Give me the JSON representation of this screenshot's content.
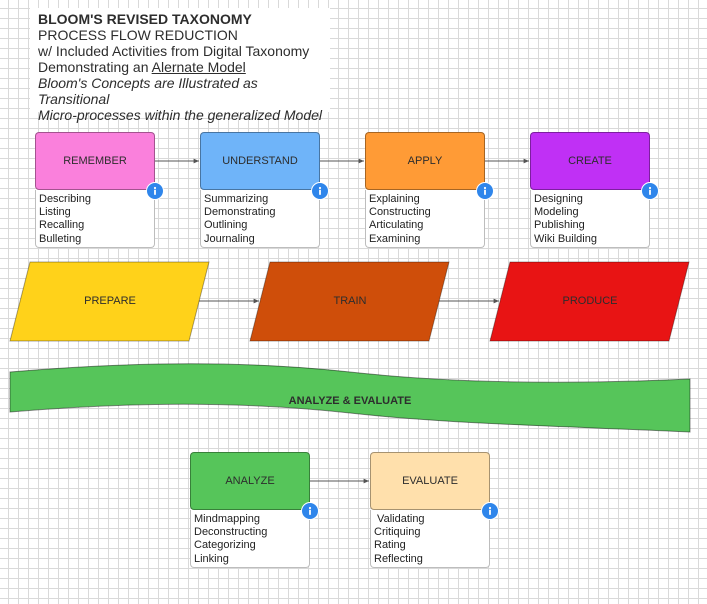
{
  "title": {
    "line1": "BLOOM'S REVISED TAXONOMY",
    "line2": "PROCESS FLOW REDUCTION",
    "line3": "w/ Included Activities from Digital Taxonomy",
    "line4_prefix": "Demonstrating an ",
    "line4_link": "Alernate Model",
    "line5": "Bloom's Concepts are Illustrated as Transitional",
    "line6": "Micro-processes within the generalized Model"
  },
  "stages": {
    "remember": {
      "label": "REMEMBER",
      "color": "#fa80dc",
      "items": [
        "Describing",
        "Listing",
        "Recalling",
        "Bulleting"
      ]
    },
    "understand": {
      "label": "UNDERSTAND",
      "color": "#6fb4f9",
      "items": [
        "Summarizing",
        "Demonstrating",
        "Outlining",
        "Journaling"
      ]
    },
    "apply": {
      "label": "APPLY",
      "color": "#ff9b36",
      "items": [
        "Explaining",
        "Constructing",
        "Articulating",
        "Examining"
      ]
    },
    "create": {
      "label": "CREATE",
      "color": "#c030f5",
      "items": [
        "Designing",
        "Modeling",
        "Publishing",
        "Wiki Building"
      ]
    },
    "analyze": {
      "label": "ANALYZE",
      "color": "#56c55a",
      "items": [
        "Mindmapping",
        "Deconstructing",
        "Categorizing",
        "Linking"
      ]
    },
    "evaluate": {
      "label": "EVALUATE",
      "color": "#ffe0ac",
      "items": [
        " Validating",
        "Critiquing",
        "Rating",
        "Reflecting"
      ]
    }
  },
  "phases": {
    "prepare": {
      "label": "PREPARE",
      "color": "#ffd21a"
    },
    "train": {
      "label": "TRAIN",
      "color": "#cf4e0a"
    },
    "produce": {
      "label": "PRODUCE",
      "color": "#e81414"
    }
  },
  "banner": {
    "label": "ANALYZE & EVALUATE",
    "color": "#56c55a"
  },
  "icons": {
    "info": "info-icon"
  },
  "colors": {
    "connector": "#555555",
    "info": "#2f86eb"
  }
}
